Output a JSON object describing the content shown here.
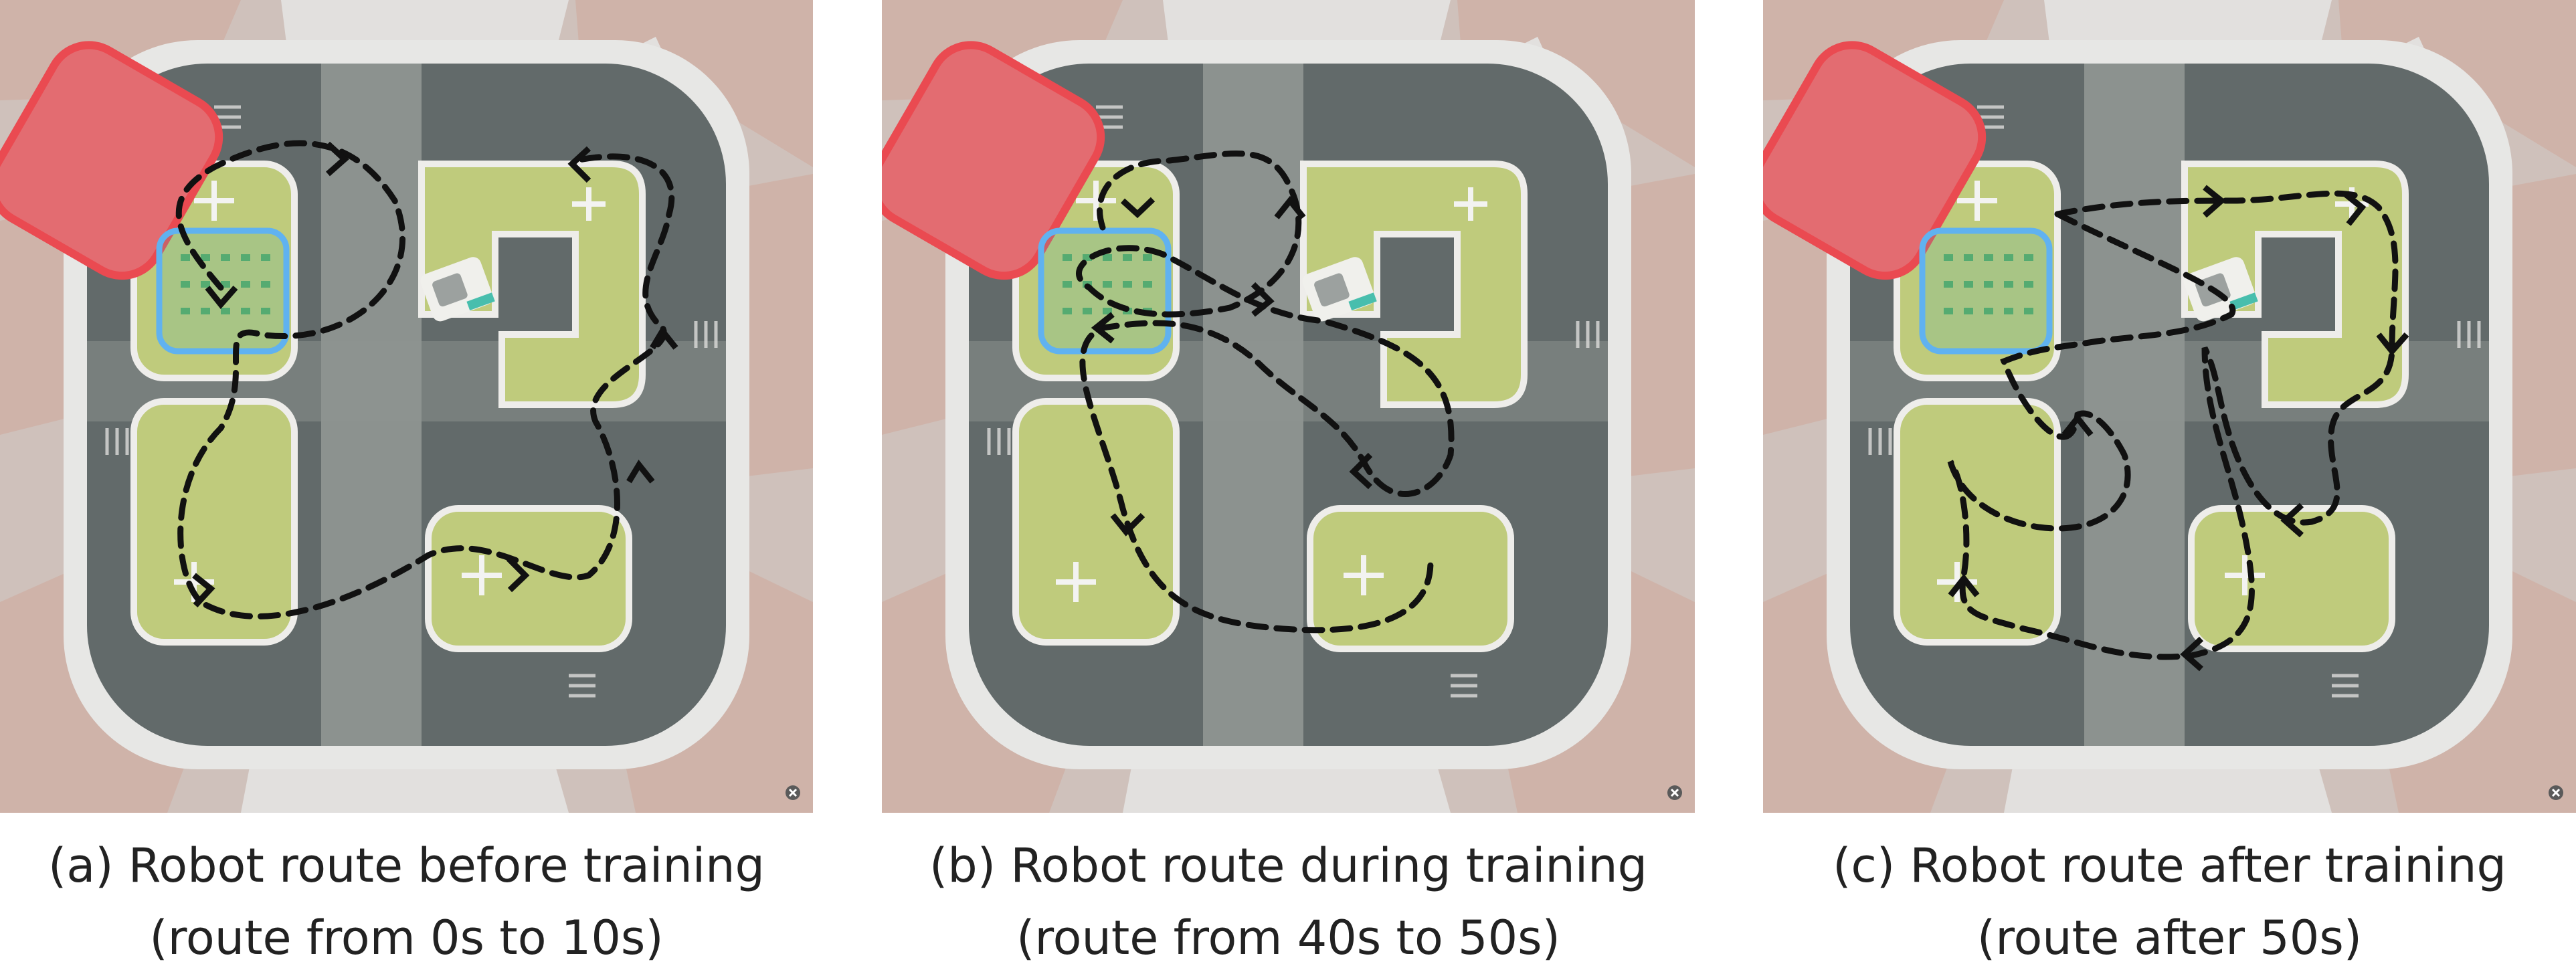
{
  "panels": [
    {
      "caption_line1": "(a) Robot route before training",
      "caption_line2": "(route from 0s to 10s)"
    },
    {
      "caption_line1": "(b) Robot route during training",
      "caption_line2": "(route from 40s to 50s)"
    },
    {
      "caption_line1": "(c) Robot route after training",
      "caption_line2": "(route after 50s)"
    }
  ],
  "colors": {
    "no_go_zone": "#e0585e",
    "no_go_border": "#e8323a",
    "target_zone_border": "#4aa8ee",
    "route": "#111111",
    "grass": "#b7c46a",
    "road": "#4d5656",
    "board_border": "#c4a49a"
  },
  "icons": [
    "close-circle-icon"
  ]
}
